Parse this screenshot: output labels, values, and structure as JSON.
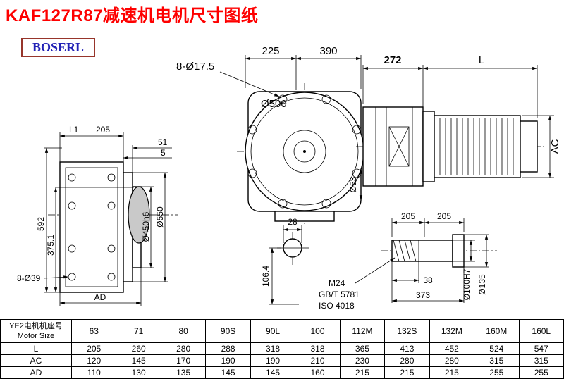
{
  "page": {
    "title": "KAF127R87减速机电机尺寸图纸",
    "brand": "BOSERL"
  },
  "drawing": {
    "left_view": {
      "dim_l1": "L1",
      "dim_205": "205",
      "dim_51": "51",
      "dim_5": "5",
      "dim_592": "592",
      "dim_375": "375.1",
      "dim_holes": "8-Ø39",
      "dim_ad": "AD",
      "dim_d450": "Ø450h6",
      "dim_d550": "Ø550"
    },
    "front_view": {
      "dim_225": "225",
      "dim_390": "390",
      "dim_holes": "8-Ø17.5",
      "dim_d500": "Ø500",
      "dim_d53": "Ø53",
      "dim_28": "28",
      "dim_106": "106.4"
    },
    "motor_view": {
      "dim_272": "272",
      "dim_l": "L",
      "dim_ac": "AC"
    },
    "shaft_view": {
      "dim_205a": "205",
      "dim_205b": "205",
      "dim_38": "38",
      "dim_373": "373",
      "label_m24": "M24",
      "label_gb": "GB/T 5781",
      "label_iso": "ISO 4018",
      "dim_d100": "Ø100H7",
      "dim_d135": "Ø135"
    }
  },
  "table": {
    "corner": {
      "line1": "YE2电机机座号",
      "line2": "Motor Size"
    },
    "sizes": [
      "63",
      "71",
      "80",
      "90S",
      "90L",
      "100",
      "112M",
      "132S",
      "132M",
      "160M",
      "160L"
    ],
    "rows": [
      {
        "label": "L",
        "values": [
          "205",
          "260",
          "280",
          "288",
          "318",
          "318",
          "365",
          "413",
          "452",
          "524",
          "547"
        ]
      },
      {
        "label": "AC",
        "values": [
          "120",
          "145",
          "170",
          "190",
          "190",
          "210",
          "230",
          "280",
          "280",
          "315",
          "315"
        ]
      },
      {
        "label": "AD",
        "values": [
          "110",
          "130",
          "135",
          "145",
          "145",
          "160",
          "215",
          "215",
          "215",
          "255",
          "255"
        ]
      }
    ]
  }
}
